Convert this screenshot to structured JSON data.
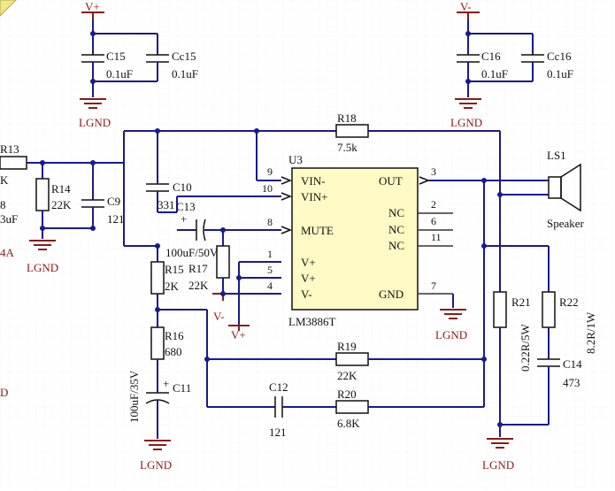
{
  "power": {
    "vplus": "V+",
    "vminus": "V-",
    "gnd": "LGND"
  },
  "caps": {
    "c15": {
      "ref": "C15",
      "val": "0.1uF"
    },
    "cc15": {
      "ref": "Cc15",
      "val": "0.1uF"
    },
    "c16": {
      "ref": "C16",
      "val": "0.1uF"
    },
    "cc16": {
      "ref": "Cc16",
      "val": "0.1uF"
    },
    "c10": {
      "ref": "C10",
      "val": "331"
    },
    "c9": {
      "ref": "C9",
      "val": "121"
    },
    "c13": {
      "ref": "C13",
      "val": "100uF/50V"
    },
    "c11": {
      "ref": "C11",
      "val": "100uF/35V"
    },
    "c12": {
      "ref": "C12",
      "val": "121"
    },
    "c14": {
      "ref": "C14",
      "val": "473"
    }
  },
  "resistors": {
    "r13": {
      "ref": "R13",
      "val": "K"
    },
    "r14": {
      "ref": "R14",
      "val": "22K"
    },
    "r15": {
      "ref": "R15",
      "val": "2K"
    },
    "r16": {
      "ref": "R16",
      "val": "680"
    },
    "r17": {
      "ref": "R17",
      "val": "22K"
    },
    "r18": {
      "ref": "R18",
      "val": "7.5k"
    },
    "r19": {
      "ref": "R19",
      "val": "22K"
    },
    "r20": {
      "ref": "R20",
      "val": "6.8K"
    },
    "r21": {
      "ref": "R21",
      "val": "0.22R/5W"
    },
    "r22": {
      "ref": "R22",
      "val": "8.2R/1W"
    }
  },
  "ic": {
    "ref": "U3",
    "part": "LM3886T",
    "pins": {
      "vin_minus": "VIN-",
      "vin_plus": "VIN+",
      "mute": "MUTE",
      "vp1": "V+",
      "vp2": "V+",
      "vm": "V-",
      "out": "OUT",
      "nc1": "NC",
      "nc2": "NC",
      "nc3": "NC",
      "gnd": "GND"
    },
    "pin_numbers": {
      "p9": "9",
      "p10": "10",
      "p8": "8",
      "p1": "1",
      "p5": "5",
      "p4": "4",
      "p3": "3",
      "p2": "2",
      "p6": "6",
      "p11": "11",
      "p7": "7"
    }
  },
  "speaker": {
    "ref": "LS1",
    "name": "Speaker"
  },
  "edge_labels": {
    "left_a": "8",
    "left_b": "3uF",
    "left_c": "4A",
    "left_d": "D"
  }
}
